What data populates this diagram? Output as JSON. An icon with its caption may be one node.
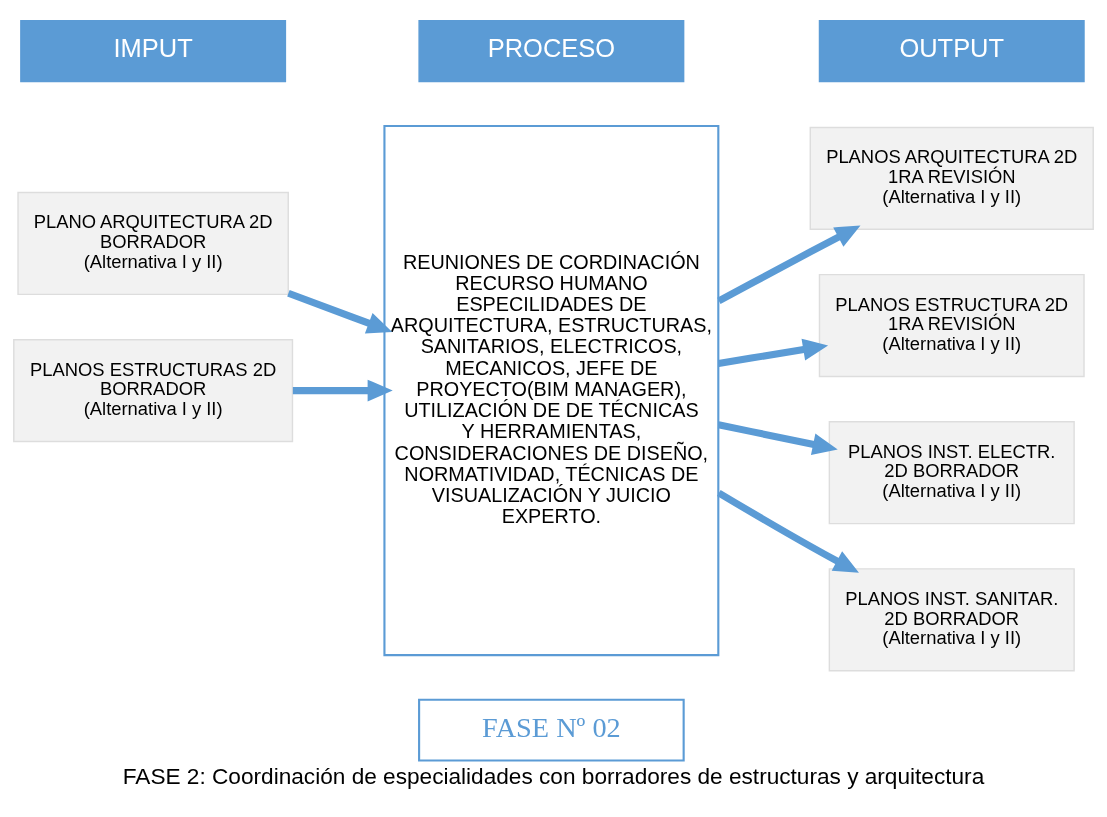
{
  "diagram": {
    "caption": "FASE 2: Coordinación de especialidades con borradores de estructuras y arquitectura",
    "nodes": [
      {
        "text": [
          "IMPUT"
        ]
      },
      {
        "text": [
          "PROCESO"
        ]
      },
      {
        "text": [
          "OUTPUT"
        ]
      },
      {
        "text": [
          "PLANO ARQUITECTURA 2D BORRADOR",
          "(Alternativa I y II)"
        ]
      },
      {
        "text": [
          "PLANOS ESTRUCTURAS 2D BORRADOR",
          "(Alternativa I y II)"
        ]
      },
      {
        "text": [
          "REUNIONES DE CORDINACIÓN RECURSO HUMANO ESPECILIDADES DE ARQUITECTURA, ESTRUCTURAS, SANITARIOS, ELECTRICOS, MECANICOS, JEFE DE PROYECTO(BIM MANAGER), UTILIZACIÓN DE DE TÉCNICAS Y HERRAMIENTAS, CONSIDERACIONES DE DISEÑO, NORMATIVIDAD, TÉCNICAS DE VISUALIZACIÓN Y JUICIO EXPERTO."
        ]
      },
      {
        "text": [
          "FASE Nº 02"
        ]
      },
      {
        "text": [
          "PLANOS ARQUITECTURA 2D 1RA REVISIÓN",
          "(Alternativa I y II)"
        ]
      },
      {
        "text": [
          "PLANOS ESTRUCTURA 2D 1RA REVISIÓN",
          "(Alternativa I y II)"
        ]
      },
      {
        "text": [
          "PLANOS INST. ELECTR. 2D BORRADOR",
          "(Alternativa I y II)"
        ]
      },
      {
        "text": [
          "PLANOS INST. SANITAR. 2D BORRADOR",
          "(Alternativa I y II)"
        ]
      }
    ],
    "edges": [
      {
        "from": 3,
        "to": 5,
        "arrow": "to"
      },
      {
        "from": 4,
        "to": 5,
        "arrow": "to"
      },
      {
        "from": 5,
        "to": 7,
        "arrow": "to"
      },
      {
        "from": 5,
        "to": 8,
        "arrow": "to"
      },
      {
        "from": 5,
        "to": 9,
        "arrow": "to"
      },
      {
        "from": 5,
        "to": 10,
        "arrow": "to"
      }
    ]
  }
}
